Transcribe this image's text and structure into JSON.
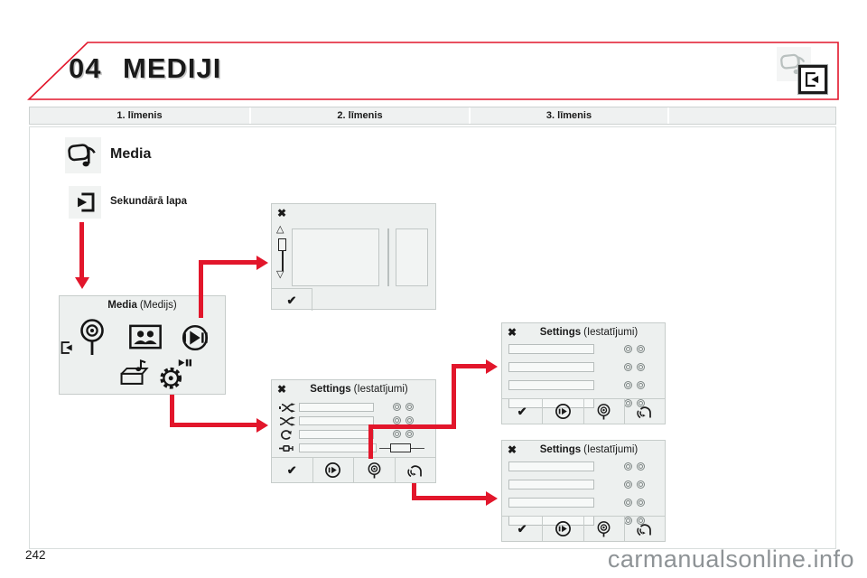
{
  "header": {
    "chapter_number": "04",
    "title": "MEDIJI"
  },
  "table_header": {
    "columns": [
      {
        "label": "1. līmenis"
      },
      {
        "label": "2. līmenis"
      },
      {
        "label": "3. līmenis"
      }
    ]
  },
  "icons": {
    "close": "✖",
    "check": "✔",
    "scroll_up": "△",
    "scroll_down": "▽"
  },
  "level1": {
    "media_label": "Media",
    "secondary_page_label": "Sekundārā lapa"
  },
  "media_menu": {
    "title_bold": "Media",
    "title_normal": "(Medijs)"
  },
  "settings_panels": {
    "level2": {
      "title_bold": "Settings",
      "title_normal": "(Iestatījumi)"
    },
    "level3_top": {
      "title_bold": "Settings",
      "title_normal": "(Iestatījumi)"
    },
    "level3_bottom": {
      "title_bold": "Settings",
      "title_normal": "(Iestatījumi)"
    }
  },
  "footer": {
    "page_number": "242",
    "watermark": "carmanualsonline.info"
  },
  "colors": {
    "accent_red": "#e2162b",
    "panel_bg": "#edf0ef",
    "panel_border": "#c6ccca"
  }
}
